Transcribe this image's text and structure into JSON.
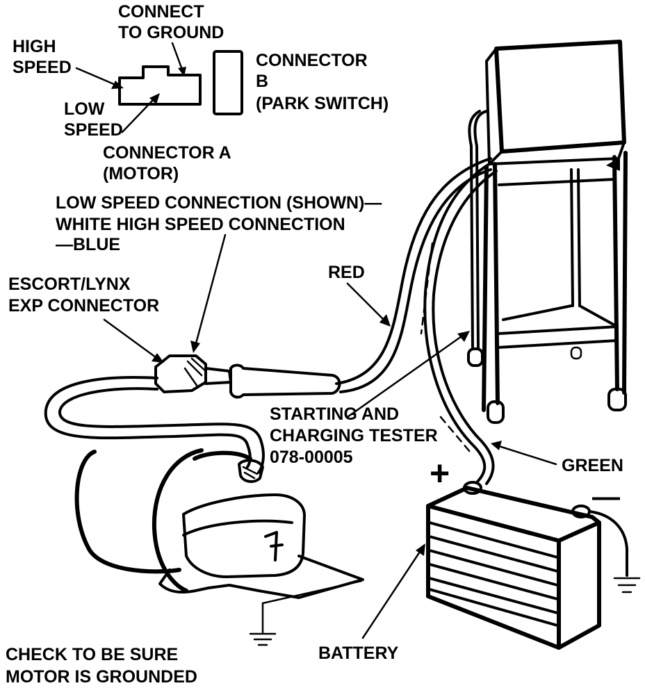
{
  "labels": {
    "connect_to_ground": [
      "CONNECT",
      "TO GROUND"
    ],
    "high_speed": [
      "HIGH",
      "SPEED"
    ],
    "low_speed": [
      "LOW",
      "SPEED"
    ],
    "connector_a": [
      "CONNECTOR A",
      "(MOTOR)"
    ],
    "connector_b": [
      "CONNECTOR",
      "B",
      "(PARK SWITCH)"
    ],
    "speed_connection": [
      "LOW SPEED CONNECTION (SHOWN)—",
      "WHITE  HIGH SPEED CONNECTION",
      "—BLUE"
    ],
    "escort_connector": [
      "ESCORT/LYNX",
      "EXP CONNECTOR"
    ],
    "red": "RED",
    "tester": [
      "STARTING AND",
      "CHARGING TESTER",
      "078-00005"
    ],
    "green": "GREEN",
    "plus": "+",
    "minus": "—",
    "battery": "BATTERY",
    "check": [
      "CHECK TO BE SURE",
      "MOTOR IS GROUNDED"
    ]
  }
}
